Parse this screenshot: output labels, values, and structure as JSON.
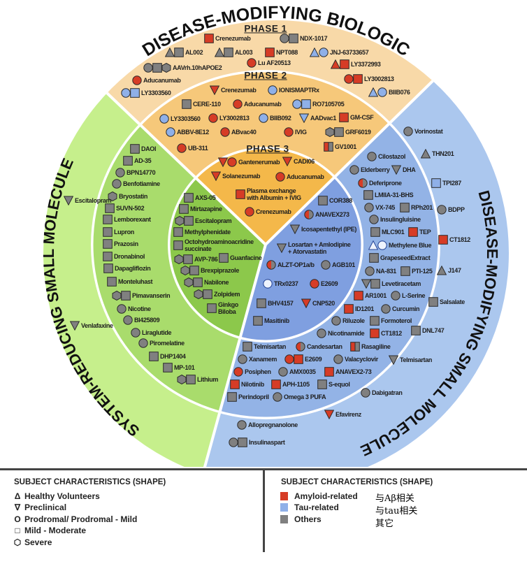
{
  "titles": {
    "top": "DISEASE-MODIFYING BIOLOGIC",
    "left": "SYSTEM-REDUCING SMALL MOLECULE",
    "right": "DISEASE-MODIFYING SMALL MOLECULE"
  },
  "phase_labels": [
    "PHASE 1",
    "PHASE 2",
    "PHASE 3"
  ],
  "colors": {
    "amyloid": "#d63c26",
    "tau": "#8fb0e8",
    "others": "#808080"
  },
  "ring_colors": {
    "orange": [
      "#f4b84a",
      "#f6c87a",
      "#f8d9a8"
    ],
    "green": [
      "#8cc84b",
      "#a9dc6c",
      "#c6ef8c"
    ],
    "blue": [
      "#7f9fe0",
      "#93b3e6",
      "#abc7ee"
    ]
  },
  "phase1": [
    {
      "label": "Crenezumab",
      "icons": [
        [
          "square",
          "amyloid"
        ]
      ]
    },
    {
      "label": "NDX-1017",
      "icons": [
        [
          "circle",
          "others"
        ],
        [
          "square",
          "others"
        ]
      ]
    },
    {
      "label": "AL002",
      "icons": [
        [
          "tri",
          "others"
        ],
        [
          "square",
          "others"
        ]
      ]
    },
    {
      "label": "AL003",
      "icons": [
        [
          "tri",
          "others"
        ],
        [
          "square",
          "others"
        ]
      ]
    },
    {
      "label": "NPT088",
      "icons": [
        [
          "square",
          "amyloid"
        ]
      ]
    },
    {
      "label": "JNJ-63733657",
      "icons": [
        [
          "tri",
          "tau"
        ],
        [
          "circle",
          "tau"
        ]
      ]
    },
    {
      "label": "Lu AF20513",
      "icons": [
        [
          "circle",
          "amyloid"
        ]
      ]
    },
    {
      "label": "LY3372993",
      "icons": [
        [
          "tri",
          "amyloid"
        ],
        [
          "square",
          "amyloid"
        ]
      ]
    },
    {
      "label": "AAVrh.10hAPOE2",
      "icons": [
        [
          "circle",
          "others"
        ],
        [
          "square",
          "others"
        ],
        [
          "hex",
          "others"
        ]
      ]
    },
    {
      "label": "Aducanumab",
      "icons": [
        [
          "circle",
          "amyloid"
        ]
      ]
    },
    {
      "label": "LY3002813",
      "icons": [
        [
          "circle",
          "amyloid"
        ],
        [
          "square",
          "amyloid"
        ]
      ]
    },
    {
      "label": "LY3303560",
      "icons": [
        [
          "circle",
          "tau"
        ],
        [
          "square",
          "tau"
        ]
      ]
    },
    {
      "label": "BIIB076",
      "icons": [
        [
          "tri",
          "tau"
        ],
        [
          "circle",
          "tau"
        ]
      ]
    }
  ],
  "phase2": [
    {
      "label": "Crenezumab",
      "icons": [
        [
          "tri-down",
          "amyloid"
        ]
      ]
    },
    {
      "label": "IONISMAPTRx",
      "icons": [
        [
          "circle",
          "tau"
        ]
      ]
    },
    {
      "label": "CERE-110",
      "icons": [
        [
          "square",
          "others"
        ]
      ]
    },
    {
      "label": "Aducanumab",
      "icons": [
        [
          "circle",
          "amyloid"
        ]
      ]
    },
    {
      "label": "RO7105705",
      "icons": [
        [
          "circle",
          "tau"
        ],
        [
          "square",
          "tau"
        ]
      ]
    },
    {
      "label": "LY3303560",
      "icons": [
        [
          "circle",
          "tau"
        ]
      ]
    },
    {
      "label": "LY3002813",
      "icons": [
        [
          "circle",
          "amyloid"
        ]
      ]
    },
    {
      "label": "BIIB092",
      "icons": [
        [
          "circle",
          "tau"
        ]
      ]
    },
    {
      "label": "AADvac1",
      "icons": [
        [
          "tri-down",
          "tau"
        ]
      ]
    },
    {
      "label": "GM-CSF",
      "icons": [
        [
          "square",
          "amyloid"
        ]
      ]
    },
    {
      "label": "ABBV-8E12",
      "icons": [
        [
          "circle",
          "tau"
        ]
      ]
    },
    {
      "label": "ABvac40",
      "icons": [
        [
          "circle",
          "amyloid"
        ]
      ]
    },
    {
      "label": "IVIG",
      "icons": [
        [
          "circle",
          "amyloid"
        ]
      ]
    },
    {
      "label": "GRF6019",
      "icons": [
        [
          "hex",
          "others"
        ],
        [
          "square",
          "others"
        ]
      ]
    },
    {
      "label": "UB-311",
      "icons": [
        [
          "circle",
          "amyloid"
        ]
      ]
    },
    {
      "label": "GV1001",
      "icons": [
        [
          "half-square",
          "amyloid"
        ]
      ]
    }
  ],
  "phase3": [
    {
      "label": "Gantenerumab",
      "icons": [
        [
          "tri-down",
          "amyloid"
        ],
        [
          "circle",
          "amyloid"
        ]
      ]
    },
    {
      "label": "CADI06",
      "icons": [
        [
          "tri-down",
          "amyloid"
        ]
      ]
    },
    {
      "label": "Solanezumab",
      "icons": [
        [
          "tri-down",
          "amyloid"
        ]
      ]
    },
    {
      "label": "Aducanumab",
      "icons": [
        [
          "circle",
          "amyloid"
        ]
      ]
    },
    {
      "label": "Plasma exchange\nwith Albumin + IVIG",
      "icons": [
        [
          "square",
          "amyloid"
        ]
      ]
    },
    {
      "label": "Crenezumab",
      "icons": [
        [
          "circle",
          "amyloid"
        ]
      ]
    }
  ],
  "green_inner": [
    {
      "label": "AXS-05",
      "icons": [
        [
          "square",
          "others"
        ]
      ]
    },
    {
      "label": "Mirtazapine",
      "icons": [
        [
          "square",
          "others"
        ]
      ]
    },
    {
      "label": "Escitalopram",
      "icons": [
        [
          "hex",
          "others"
        ],
        [
          "square",
          "others"
        ]
      ]
    },
    {
      "label": "Methylphenidate",
      "icons": [
        [
          "square",
          "others"
        ]
      ]
    },
    {
      "label": "Octohydroaminoacridine\nsuccinate",
      "icons": [
        [
          "square",
          "others"
        ]
      ]
    },
    {
      "label": "AVP-786",
      "icons": [
        [
          "hex",
          "others"
        ],
        [
          "square",
          "others"
        ]
      ]
    },
    {
      "label": "Guanfacine",
      "icons": [
        [
          "square",
          "others"
        ]
      ]
    },
    {
      "label": "Brexpiprazole",
      "icons": [
        [
          "hex",
          "others"
        ],
        [
          "square",
          "others"
        ]
      ]
    },
    {
      "label": "Nabilone",
      "icons": [
        [
          "hex",
          "others"
        ],
        [
          "square",
          "others"
        ]
      ]
    },
    {
      "label": "Zolpidem",
      "icons": [
        [
          "hex",
          "others"
        ],
        [
          "square",
          "others"
        ]
      ]
    },
    {
      "label": "Ginkgo\nBiloba",
      "icons": [
        [
          "square",
          "others"
        ]
      ]
    }
  ],
  "green_middle": [
    {
      "label": "DAOI",
      "icons": [
        [
          "square",
          "others"
        ]
      ]
    },
    {
      "label": "AD-35",
      "icons": [
        [
          "square",
          "others"
        ]
      ]
    },
    {
      "label": "BPN14770",
      "icons": [
        [
          "circle",
          "others"
        ]
      ]
    },
    {
      "label": "Benfotiamine",
      "icons": [
        [
          "circle",
          "others"
        ]
      ]
    },
    {
      "label": "Bryostatin",
      "icons": [
        [
          "hex",
          "others"
        ]
      ]
    },
    {
      "label": "SUVN-502",
      "icons": [
        [
          "square",
          "others"
        ]
      ]
    },
    {
      "label": "Lemborexant",
      "icons": [
        [
          "square",
          "others"
        ]
      ]
    },
    {
      "label": "Lupron",
      "icons": [
        [
          "square",
          "others"
        ]
      ]
    },
    {
      "label": "Prazosin",
      "icons": [
        [
          "square",
          "others"
        ]
      ]
    },
    {
      "label": "Dronabinol",
      "icons": [
        [
          "square",
          "others"
        ]
      ]
    },
    {
      "label": "Dapagliflozin",
      "icons": [
        [
          "square",
          "others"
        ]
      ]
    },
    {
      "label": "Monteluhast",
      "icons": [
        [
          "square",
          "others"
        ]
      ]
    },
    {
      "label": "Pimavanserin",
      "icons": [
        [
          "hex",
          "others"
        ],
        [
          "square",
          "others"
        ]
      ]
    },
    {
      "label": "Nicotine",
      "icons": [
        [
          "circle",
          "others"
        ]
      ]
    },
    {
      "label": "BI425809",
      "icons": [
        [
          "circle",
          "others"
        ]
      ]
    },
    {
      "label": "Liraglutide",
      "icons": [
        [
          "circle",
          "others"
        ]
      ]
    },
    {
      "label": "Piromelatine",
      "icons": [
        [
          "circle",
          "others"
        ]
      ]
    },
    {
      "label": "DHP1404",
      "icons": [
        [
          "square",
          "others"
        ]
      ]
    },
    {
      "label": "MP-101",
      "icons": [
        [
          "square",
          "others"
        ]
      ]
    },
    {
      "label": "Lithium",
      "icons": [
        [
          "hex",
          "others"
        ],
        [
          "square",
          "others"
        ]
      ]
    }
  ],
  "green_outer": [
    {
      "label": "Escitalopram",
      "icons": [
        [
          "tri-down",
          "others"
        ]
      ]
    },
    {
      "label": "Venlafaxine",
      "icons": [
        [
          "tri-down",
          "others"
        ]
      ]
    }
  ],
  "blue_inner": [
    {
      "label": "COR388",
      "icons": [
        [
          "square",
          "others"
        ]
      ]
    },
    {
      "label": "ANAVEX273",
      "icons": [
        [
          "half-circle",
          "amyloid"
        ]
      ]
    },
    {
      "label": "Icosapentethyl (IPE)",
      "icons": [
        [
          "tri-down",
          "others"
        ]
      ]
    },
    {
      "label": "Losartan + Amlodipine\n+ Atorvastatin",
      "icons": [
        [
          "tri-down",
          "others"
        ]
      ]
    },
    {
      "label": "ALZT-OP1a/b",
      "icons": [
        [
          "half-circle",
          "amyloid"
        ]
      ]
    },
    {
      "label": "AGB101",
      "icons": [
        [
          "circle",
          "others"
        ]
      ]
    },
    {
      "label": "TRx0237",
      "icons": [
        [
          "circle-outline",
          "tau"
        ]
      ]
    },
    {
      "label": "E2609",
      "icons": [
        [
          "circle",
          "amyloid"
        ]
      ]
    },
    {
      "label": "BHV4157",
      "icons": [
        [
          "square",
          "others"
        ]
      ]
    },
    {
      "label": "CNP520",
      "icons": [
        [
          "tri-down",
          "amyloid"
        ]
      ]
    },
    {
      "label": "Masitinib",
      "icons": [
        [
          "square",
          "others"
        ]
      ]
    }
  ],
  "blue_middle": [
    {
      "label": "Cilostazol",
      "icons": [
        [
          "circle",
          "others"
        ]
      ]
    },
    {
      "label": "Elderberry",
      "icons": [
        [
          "circle",
          "others"
        ]
      ]
    },
    {
      "label": "DHA",
      "icons": [
        [
          "tri-down",
          "others"
        ]
      ]
    },
    {
      "label": "Deferiprone",
      "icons": [
        [
          "half-circle",
          "amyloid"
        ]
      ]
    },
    {
      "label": "LMIIA-31-BHS",
      "icons": [
        [
          "square",
          "others"
        ]
      ]
    },
    {
      "label": "VX-745",
      "icons": [
        [
          "circle",
          "others"
        ]
      ]
    },
    {
      "label": "RPh201",
      "icons": [
        [
          "square",
          "others"
        ]
      ]
    },
    {
      "label": "Insulingluisine",
      "icons": [
        [
          "circle",
          "others"
        ]
      ]
    },
    {
      "label": "MLC901",
      "icons": [
        [
          "square",
          "others"
        ]
      ]
    },
    {
      "label": "TEP",
      "icons": [
        [
          "square",
          "amyloid"
        ]
      ]
    },
    {
      "label": "Methylene Blue",
      "icons": [
        [
          "tri-outline",
          "tau"
        ],
        [
          "circle-outline",
          "tau"
        ]
      ]
    },
    {
      "label": "GrapeseedExtract",
      "icons": [
        [
          "square",
          "others"
        ]
      ]
    },
    {
      "label": "NA-831",
      "icons": [
        [
          "circle",
          "others"
        ]
      ]
    },
    {
      "label": "PTI-125",
      "icons": [
        [
          "square",
          "others"
        ]
      ]
    },
    {
      "label": "Levetiracetam",
      "icons": [
        [
          "tri-down",
          "others"
        ],
        [
          "square",
          "others"
        ]
      ]
    },
    {
      "label": "AR1001",
      "icons": [
        [
          "square",
          "amyloid"
        ]
      ]
    },
    {
      "label": "L-Serine",
      "icons": [
        [
          "circle",
          "others"
        ]
      ]
    },
    {
      "label": "ID1201",
      "icons": [
        [
          "square",
          "amyloid"
        ]
      ]
    },
    {
      "label": "Curcumin",
      "icons": [
        [
          "circle",
          "others"
        ]
      ]
    },
    {
      "label": "Riluzole",
      "icons": [
        [
          "circle",
          "others"
        ]
      ]
    },
    {
      "label": "Formoterol",
      "icons": [
        [
          "square",
          "others"
        ]
      ]
    },
    {
      "label": "Nicotinamide",
      "icons": [
        [
          "circle",
          "others"
        ]
      ]
    },
    {
      "label": "CT1812",
      "icons": [
        [
          "square",
          "amyloid"
        ]
      ]
    },
    {
      "label": "Telmisartan",
      "icons": [
        [
          "square",
          "others"
        ]
      ]
    },
    {
      "label": "Candesartan",
      "icons": [
        [
          "half-circle",
          "amyloid"
        ]
      ]
    },
    {
      "label": "Rasagiline",
      "icons": [
        [
          "half-square",
          "amyloid"
        ]
      ]
    },
    {
      "label": "Xanamem",
      "icons": [
        [
          "circle",
          "others"
        ]
      ]
    },
    {
      "label": "E2609",
      "icons": [
        [
          "circle",
          "amyloid"
        ],
        [
          "square",
          "amyloid"
        ]
      ]
    },
    {
      "label": "Valacyclovir",
      "icons": [
        [
          "circle",
          "others"
        ]
      ]
    },
    {
      "label": "Posiphen",
      "icons": [
        [
          "circle",
          "amyloid"
        ]
      ]
    },
    {
      "label": "AMX0035",
      "icons": [
        [
          "circle",
          "others"
        ]
      ]
    },
    {
      "label": "ANAVEX2-73",
      "icons": [
        [
          "square",
          "amyloid"
        ]
      ]
    },
    {
      "label": "Nilotinib",
      "icons": [
        [
          "square",
          "amyloid"
        ]
      ]
    },
    {
      "label": "APH-1105",
      "icons": [
        [
          "square",
          "amyloid"
        ]
      ]
    },
    {
      "label": "S-equol",
      "icons": [
        [
          "square",
          "others"
        ]
      ]
    },
    {
      "label": "Perindopril",
      "icons": [
        [
          "square",
          "others"
        ]
      ]
    },
    {
      "label": "Omega 3 PUFA",
      "icons": [
        [
          "circle",
          "others"
        ]
      ]
    }
  ],
  "blue_outer": [
    {
      "label": "Vorinostat",
      "icons": [
        [
          "circle",
          "others"
        ]
      ]
    },
    {
      "label": "THN201",
      "icons": [
        [
          "tri",
          "others"
        ]
      ]
    },
    {
      "label": "TPI287",
      "icons": [
        [
          "square",
          "tau"
        ]
      ]
    },
    {
      "label": "BDPP",
      "icons": [
        [
          "circle",
          "others"
        ]
      ]
    },
    {
      "label": "CT1812",
      "icons": [
        [
          "square",
          "amyloid"
        ]
      ]
    },
    {
      "label": "J147",
      "icons": [
        [
          "tri",
          "others"
        ]
      ]
    },
    {
      "label": "Salsalate",
      "icons": [
        [
          "square",
          "others"
        ]
      ]
    },
    {
      "label": "DNL747",
      "icons": [
        [
          "square",
          "others"
        ]
      ]
    },
    {
      "label": "Telmisartan",
      "icons": [
        [
          "tri-down",
          "others"
        ]
      ]
    },
    {
      "label": "Dabigatran",
      "icons": [
        [
          "circle",
          "others"
        ]
      ]
    },
    {
      "label": "Efavirenz",
      "icons": [
        [
          "tri-down",
          "amyloid"
        ]
      ]
    },
    {
      "label": "Allopregnanolone",
      "icons": [
        [
          "circle",
          "others"
        ]
      ]
    },
    {
      "label": "Insulinaspart",
      "icons": [
        [
          "circle",
          "others"
        ],
        [
          "square",
          "others"
        ]
      ]
    }
  ],
  "legend": {
    "left_title": "SUBJECT CHARACTERISTICS (SHAPE)",
    "shapes": [
      {
        "symbol": "Δ",
        "label": "Healthy Volunteers"
      },
      {
        "symbol": "∇",
        "label": "Preclinical"
      },
      {
        "symbol": "O",
        "label": "Prodromal/ Prodromal - Mild"
      },
      {
        "symbol": "□",
        "label": "Mild - Moderate"
      },
      {
        "symbol": "⬡",
        "label": "Severe"
      }
    ],
    "right_title": "SUBJECT CHARACTERISTICS (SHAPE)",
    "targets": [
      {
        "label": "Amyloid-related",
        "note": "与Aβ相关"
      },
      {
        "label": "Tau-related",
        "note": "与tau相关"
      },
      {
        "label": "Others",
        "note": "其它"
      }
    ]
  }
}
